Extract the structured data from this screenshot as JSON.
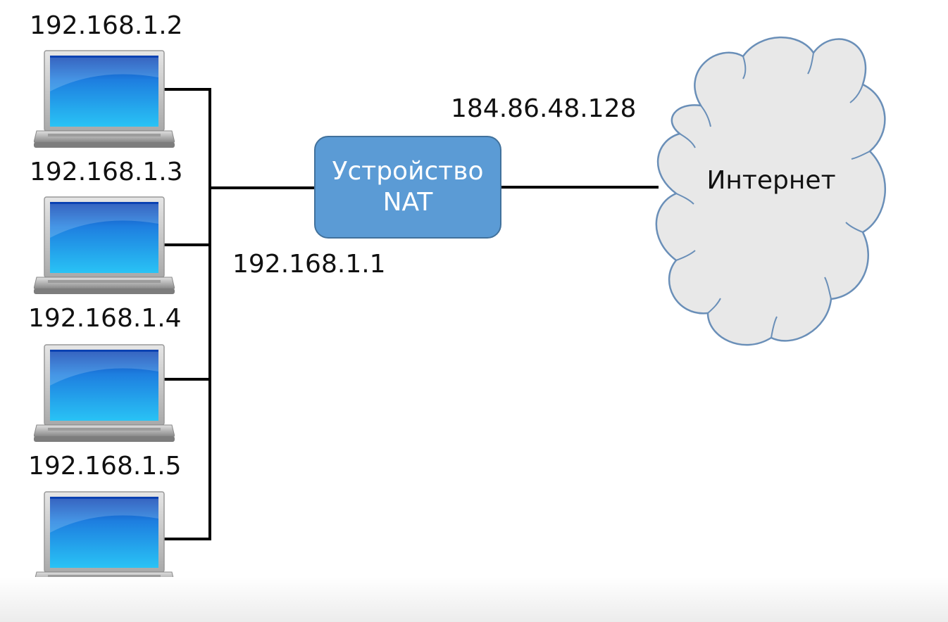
{
  "hosts": [
    {
      "ip": "192.168.1.2"
    },
    {
      "ip": "192.168.1.3"
    },
    {
      "ip": "192.168.1.4"
    },
    {
      "ip": "192.168.1.5"
    }
  ],
  "nat": {
    "line1": "Устройство",
    "line2": "NAT",
    "inside_ip": "192.168.1.1",
    "outside_ip": "184.86.48.128",
    "color": "#5b9bd5"
  },
  "internet": {
    "label": "Интернет",
    "color": "#e8e8e8"
  },
  "colors": {
    "wire": "#000000",
    "screen": "#1e90e0",
    "laptop_frame": "#c8c8c8"
  }
}
